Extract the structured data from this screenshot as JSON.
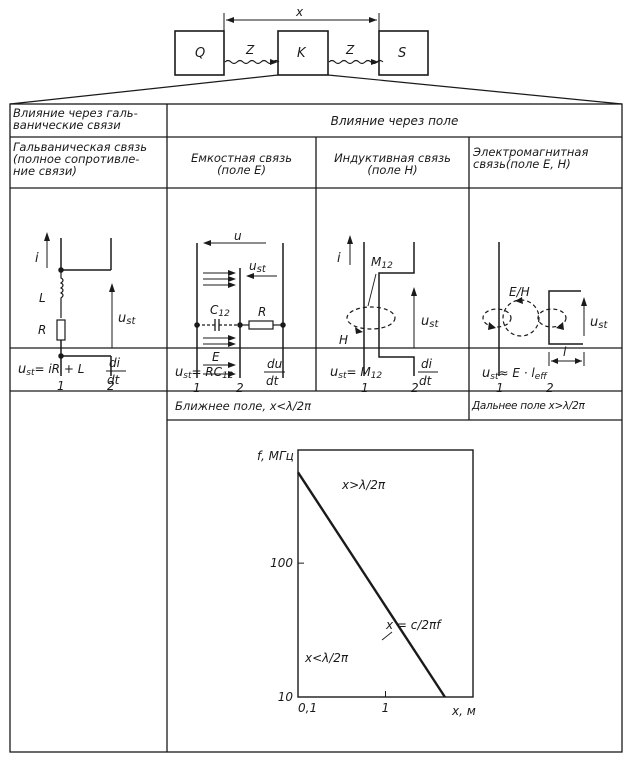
{
  "top_diagram": {
    "distance_label": "x",
    "blocks": [
      {
        "id": "source",
        "label": "Q"
      },
      {
        "id": "coupling",
        "label": "K"
      },
      {
        "id": "sink",
        "label": "S"
      }
    ],
    "impedance_labels": [
      "Z",
      "Z"
    ]
  },
  "table": {
    "header_galvanic": "Влияние через галь-\nванические связи",
    "header_galvanic_lines": [
      "Влияние через галь-",
      "ванические связи"
    ],
    "header_field": "Влияние через поле",
    "columns": [
      {
        "title_lines": [
          "Гальваническая связь",
          "(полное сопротивле-",
          "ние связи)"
        ],
        "formula": {
          "lhs": "u",
          "lhs_sub": "st",
          "rhs": "= iR + L",
          "frac_num": "di",
          "frac_den": "dt"
        }
      },
      {
        "title_lines": [
          "Емкостная связь",
          "(поле E)"
        ],
        "formula": {
          "lhs": "u",
          "lhs_sub": "st",
          "rhs": "= RC",
          "rhs_sub": "12",
          "frac_num": "du",
          "frac_den": "dt"
        }
      },
      {
        "title_lines": [
          "Индуктивная связь",
          "(поле H)"
        ],
        "formula": {
          "lhs": "u",
          "lhs_sub": "st",
          "rhs": "= M",
          "rhs_sub": "12",
          "frac_num": "di",
          "frac_den": "dt"
        }
      },
      {
        "title_lines": [
          "Электромагнитная",
          "связь(поле E, H)"
        ],
        "formula": {
          "lhs": "u",
          "lhs_sub": "st",
          "rhs": "≈ E · l",
          "rhs_sub": "eff"
        }
      }
    ],
    "near_field_label": "Ближнее поле, x<λ/2π",
    "far_field_label": "Дальнее поле x>λ/2π"
  },
  "circuits": {
    "galvanic": {
      "current": "i",
      "inductor": "L",
      "resistor": "R",
      "voltage": "u",
      "voltage_sub": "st",
      "conductors": [
        "1",
        "2"
      ]
    },
    "capacitive": {
      "voltage_u": "u",
      "voltage": "u",
      "voltage_sub": "st",
      "capacitor": "C",
      "capacitor_sub": "12",
      "resistor": "R",
      "field": "E",
      "conductors": [
        "1",
        "2"
      ]
    },
    "inductive": {
      "current": "i",
      "mutual": "M",
      "mutual_sub": "12",
      "field": "H",
      "voltage": "u",
      "voltage_sub": "st",
      "conductors": [
        "1",
        "2"
      ]
    },
    "electromagnetic": {
      "field": "E/H",
      "voltage": "u",
      "voltage_sub": "st",
      "length": "l",
      "conductors": [
        "1",
        "2"
      ]
    }
  },
  "chart_data": {
    "type": "line",
    "title": "",
    "xlabel": "x, м",
    "ylabel": "f, МГц",
    "xscale": "log",
    "yscale": "log",
    "xlim": [
      0.1,
      10
    ],
    "ylim": [
      10,
      700
    ],
    "xticks": [
      {
        "value": 0.1,
        "label": "0,1"
      },
      {
        "value": 1,
        "label": "1"
      }
    ],
    "yticks": [
      {
        "value": 10,
        "label": "10"
      },
      {
        "value": 100,
        "label": "100"
      }
    ],
    "series": [
      {
        "name": "x = c/2πf",
        "x": [
          0.1,
          0.477,
          1,
          4.77
        ],
        "y": [
          477,
          100,
          47.7,
          10
        ]
      }
    ],
    "annotations": [
      {
        "text": "x>λ/2π",
        "region": "upper-right of line"
      },
      {
        "text": "x<λ/2π",
        "region": "lower-left of line"
      },
      {
        "text": "x = c/2πf",
        "target": "line"
      }
    ],
    "grid": false
  }
}
